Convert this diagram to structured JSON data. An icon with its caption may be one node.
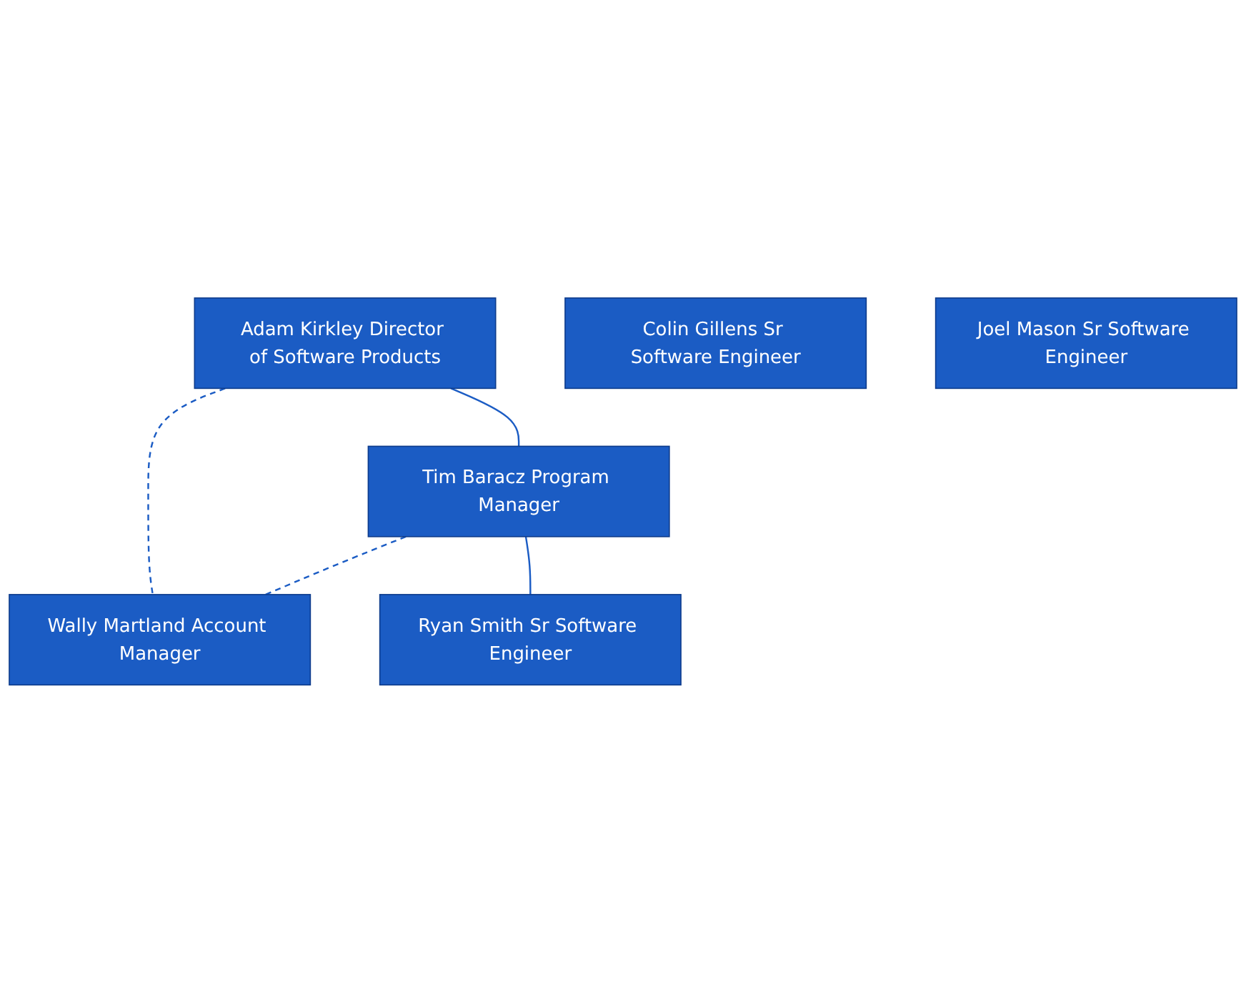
{
  "diagram": {
    "nodes": [
      {
        "text": [
          "Adam Kirkley Director of Software Products"
        ]
      },
      {
        "text": [
          "Wally Martland Account Manager"
        ]
      },
      {
        "text": [
          "Tim Baracz Program Manager"
        ]
      },
      {
        "text": [
          "Ryan Smith Sr Software Engineer"
        ]
      },
      {
        "text": [
          "Colin Gillens Sr Software Engineer"
        ]
      },
      {
        "text": [
          "Joel Mason Sr Software Engineer"
        ]
      }
    ],
    "edges": [
      {
        "from": 0,
        "to": 2,
        "arrow": "none"
      },
      {
        "from": 0,
        "to": 1,
        "arrow": "none",
        "style": "dashed"
      },
      {
        "from": 2,
        "to": 1,
        "arrow": "none",
        "style": "dashed"
      },
      {
        "from": 2,
        "to": 3,
        "arrow": "none"
      }
    ]
  }
}
